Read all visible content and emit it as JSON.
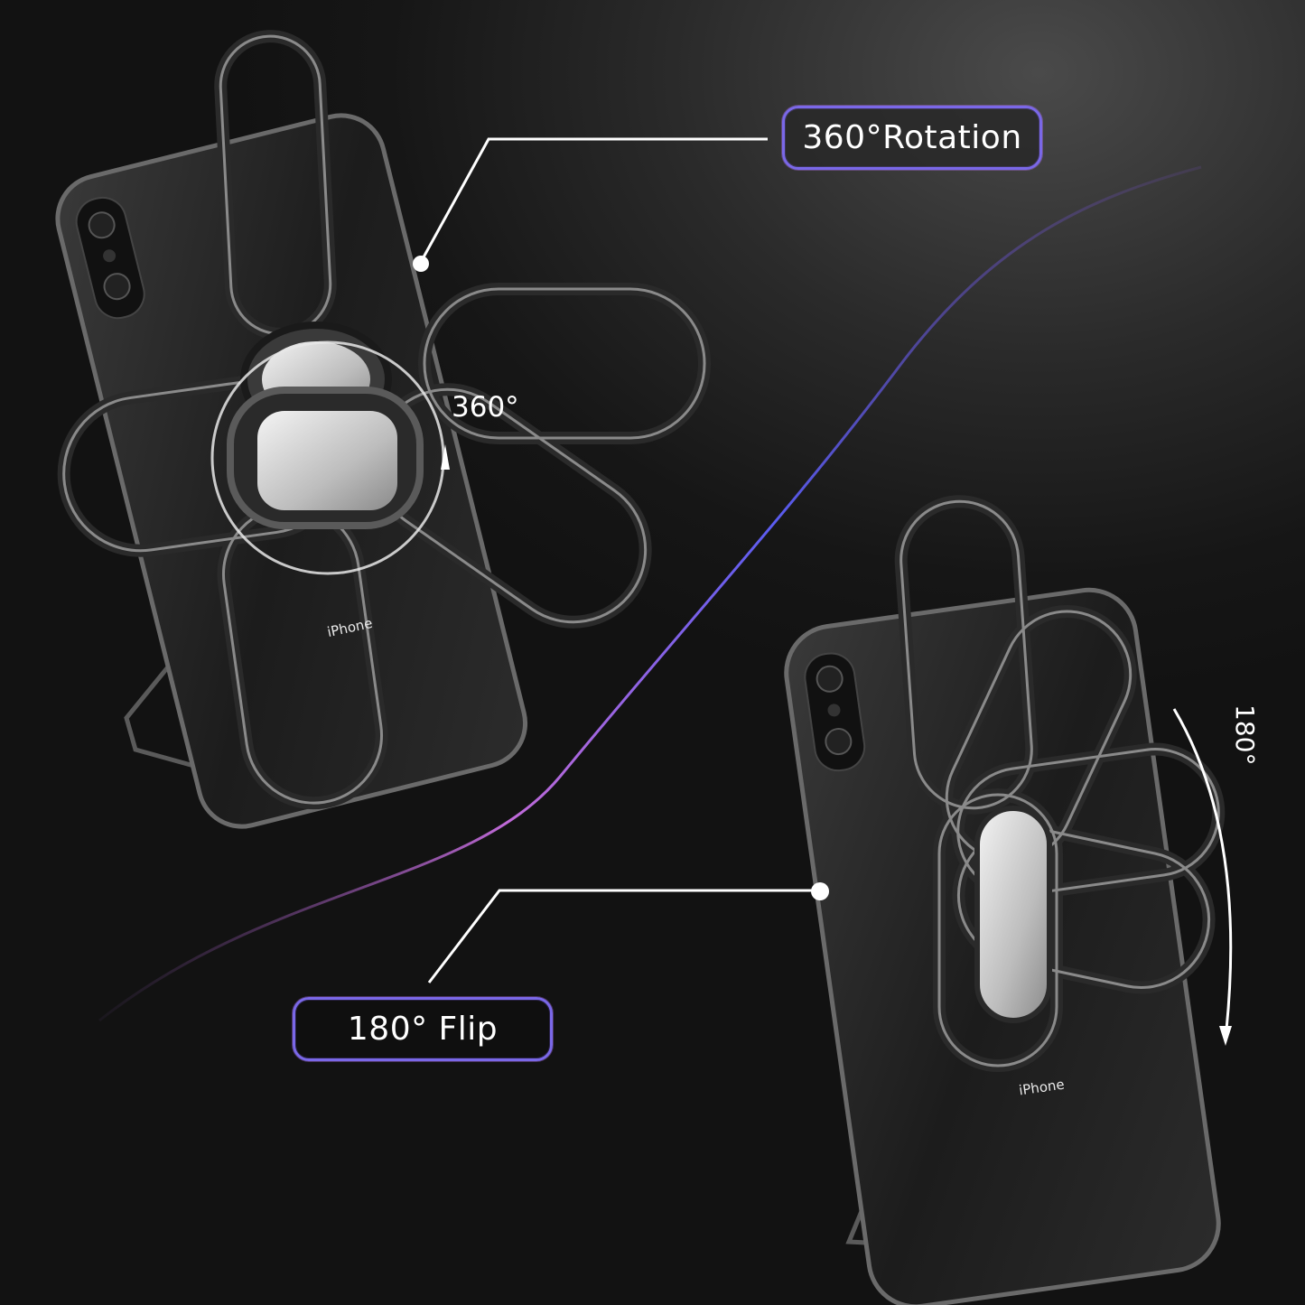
{
  "labels": {
    "rotation_title": "360°Rotation",
    "flip_title": "180° Flip",
    "rotation_angle": "360°",
    "flip_angle": "180°"
  },
  "products": [
    {
      "name": "phone-left",
      "brand_text": "iPhone",
      "feature": "360° rotation"
    },
    {
      "name": "phone-right",
      "brand_text": "iPhone",
      "feature": "180° flip"
    }
  ],
  "colors": {
    "background_dark": "#121212",
    "background_light": "#4a4a4a",
    "pill_border": "#7a68e8",
    "curve_start": "#c06ad8",
    "curve_end": "#5a5cf0",
    "callout_line": "#ffffff"
  }
}
